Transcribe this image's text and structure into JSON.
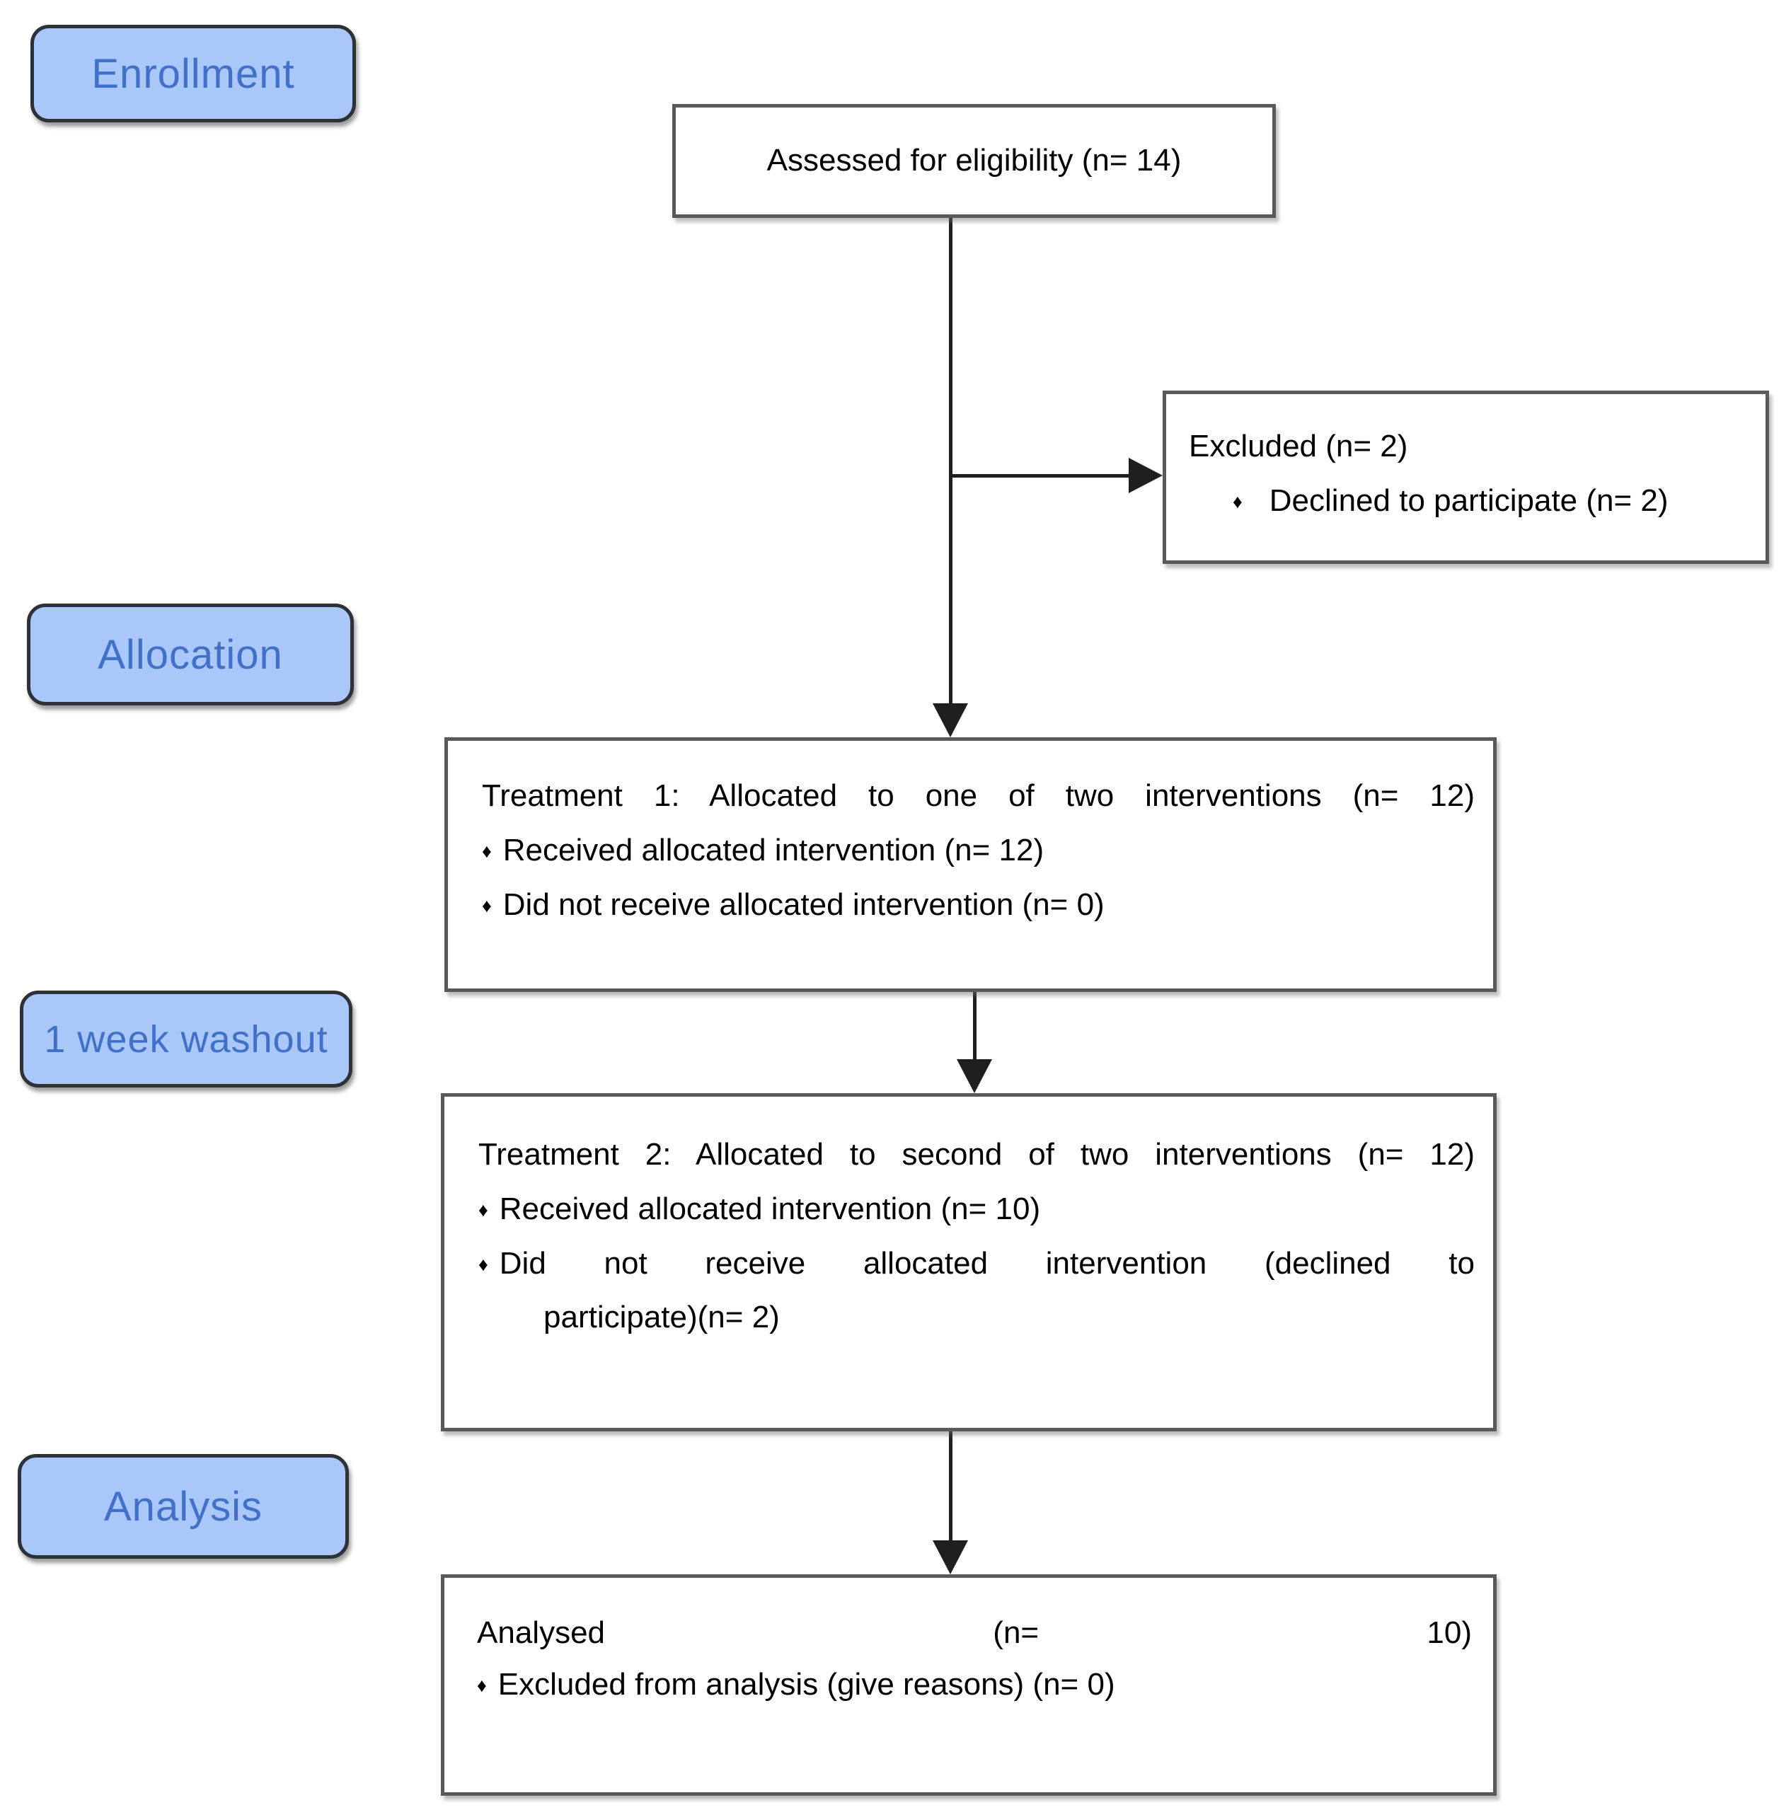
{
  "diagram": {
    "stage_labels": [
      {
        "text": "Enrollment"
      },
      {
        "text": "Allocation"
      },
      {
        "text": "1 week washout"
      },
      {
        "text": "Analysis"
      }
    ],
    "bullet_glyph": "♦",
    "boxes": {
      "assessed": {
        "text": "Assessed for eligibility (n= 14)"
      },
      "excluded": {
        "title": "Excluded (n= 2)",
        "bullets": [
          "Declined to participate (n= 2)"
        ]
      },
      "treatment1": {
        "title": "Treatment 1: Allocated to one of two interventions (n= 12)",
        "bullets": [
          "Received allocated intervention (n= 12)",
          "Did not receive allocated intervention (n= 0)"
        ]
      },
      "treatment2": {
        "title": "Treatment 2: Allocated to second of two interventions (n= 12)",
        "bullet1": "Received allocated intervention (n= 10)",
        "bullet2_words": [
          "Did",
          "not",
          "receive",
          "allocated",
          "intervention",
          "(declined",
          "to"
        ],
        "bullet2_continuation": "participate)(n= 2)"
      },
      "analysed": {
        "line1_parts": [
          "Analysed",
          "(n=",
          "10)"
        ],
        "bullets": [
          "Excluded from analysis (give reasons) (n= 0)"
        ]
      }
    },
    "colors": {
      "label_fill": "#A9C7F9",
      "label_text": "#4170C8",
      "label_border": "#2E3137",
      "box_border": "#595959",
      "arrow": "#1F1F1F",
      "text": "#000000",
      "background": "#FFFFFF"
    }
  }
}
